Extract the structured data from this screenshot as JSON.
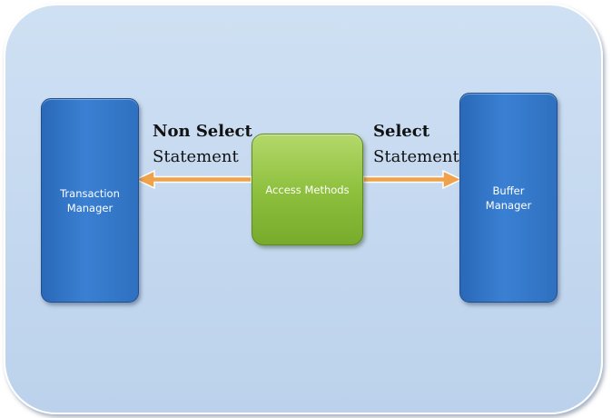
{
  "diagram": {
    "nodes": {
      "transaction_manager": {
        "line1": "Transaction",
        "line2": "Manager"
      },
      "access_methods": {
        "label": "Access Methods"
      },
      "buffer_manager": {
        "line1": "Buffer",
        "line2": "Manager"
      }
    },
    "edges": {
      "non_select": {
        "line1": "Non Select",
        "line2": "Statement",
        "from": "Access Methods",
        "to": "Transaction Manager"
      },
      "select": {
        "line1": "Select",
        "line2": "Statement",
        "from": "Access Methods",
        "to": "Buffer Manager"
      }
    },
    "colors": {
      "frame_fill": "#c4d8ef",
      "manager_fill": "#3a80d2",
      "access_fill": "#8fc13f",
      "arrow_fill": "#f0a24a",
      "arrow_stroke": "#ffffff"
    }
  }
}
